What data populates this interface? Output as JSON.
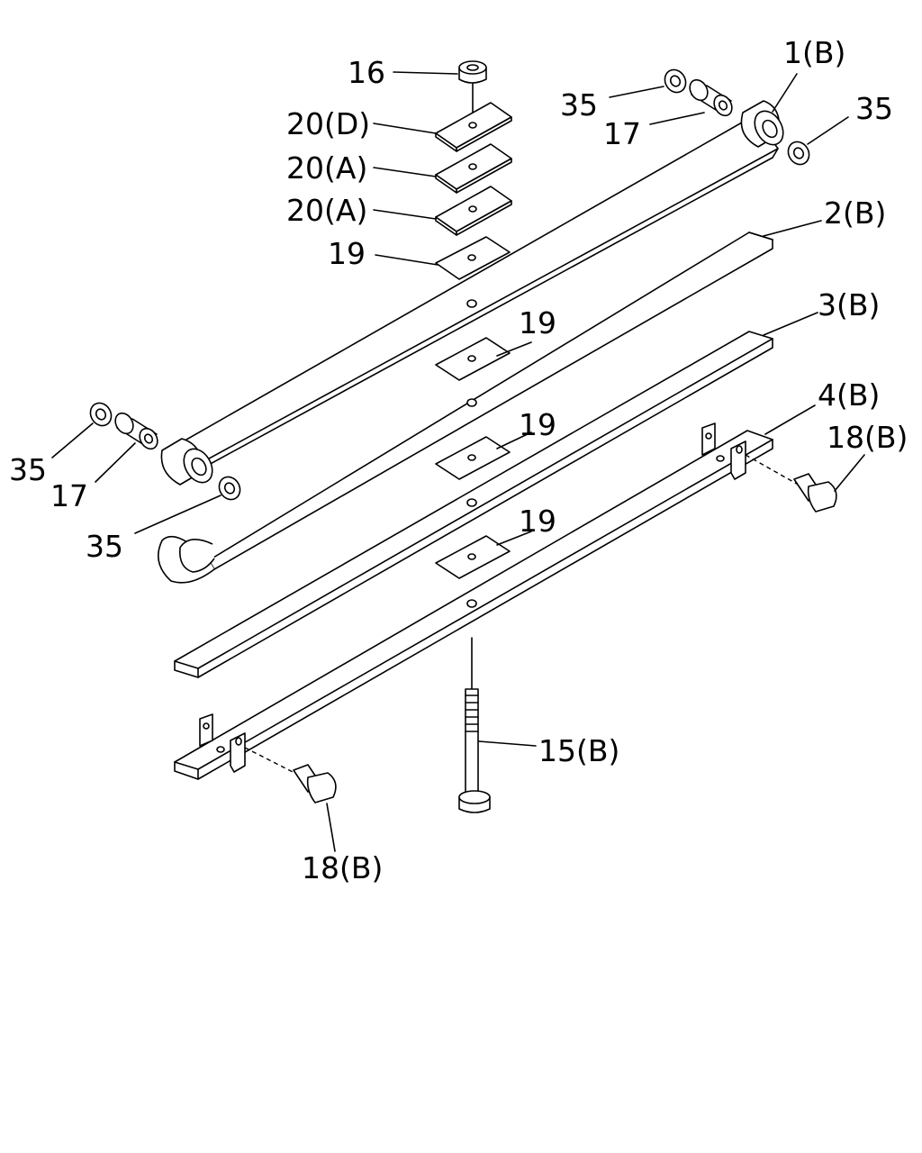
{
  "diagram": {
    "type": "exploded parts diagram",
    "labels": {
      "part_16": "16",
      "part_20d": "20(D)",
      "part_20a_1": "20(A)",
      "part_20a_2": "20(A)",
      "part_19_top": "19",
      "part_35_top": "35",
      "part_17_top": "17",
      "part_1b": "1(B)",
      "part_35_right": "35",
      "part_2b": "2(B)",
      "part_3b": "3(B)",
      "part_4b": "4(B)",
      "part_18b_right": "18(B)",
      "part_19_a": "19",
      "part_19_b": "19",
      "part_19_c": "19",
      "part_35_left": "35",
      "part_17_left": "17",
      "part_35_mid": "35",
      "part_15b": "15(B)",
      "part_18b_bottom": "18(B)"
    }
  }
}
